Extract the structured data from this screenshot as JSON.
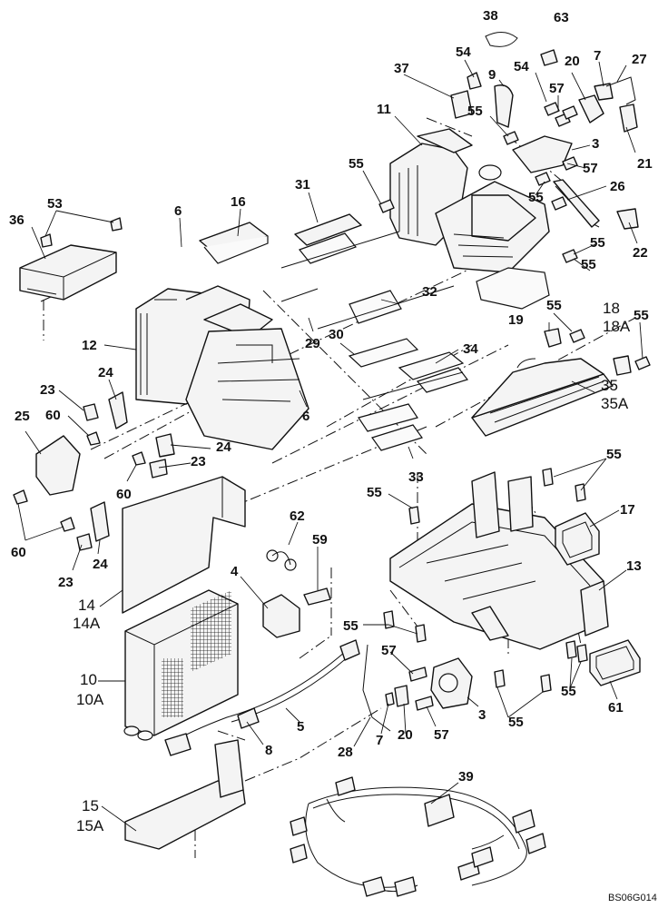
{
  "diagram": {
    "type": "exploded-parts-view",
    "document_id": "BS06G014",
    "callouts": {
      "c38": "38",
      "c63": "63",
      "c54a": "54",
      "c37": "37",
      "c9": "9",
      "c54b": "54",
      "c20a": "20",
      "c7a": "7",
      "c27": "27",
      "c57a": "57",
      "c11": "11",
      "c55a": "55",
      "c3a": "3",
      "c21": "21",
      "c57b": "57",
      "c55b": "55",
      "c26": "26",
      "c55c": "55",
      "c22": "22",
      "c55d": "55",
      "c31": "31",
      "c16": "16",
      "c6a": "6",
      "c53": "53",
      "c36": "36",
      "c55e": "55",
      "c32": "32",
      "c55f": "55",
      "c18": "18",
      "c18A": "18A",
      "c19": "19",
      "c55g": "55",
      "c12": "12",
      "c29": "29",
      "c30": "30",
      "c34": "34",
      "c24a": "24",
      "c23a": "23",
      "c25": "25",
      "c60a": "60",
      "c35": "35",
      "c35A": "35A",
      "c24b": "24",
      "c6b": "6",
      "c23b": "23",
      "c60b": "60",
      "c55h": "55",
      "c33": "33",
      "c55i": "55",
      "c17": "17",
      "c62": "62",
      "c59": "59",
      "c60c": "60",
      "c23c": "23",
      "c24c": "24",
      "c13": "13",
      "c4": "4",
      "c14": "14",
      "c14A": "14A",
      "c55j": "55",
      "c57c": "57",
      "c10": "10",
      "c10A": "10A",
      "c5": "5",
      "c8": "8",
      "c7b": "7",
      "c20b": "20",
      "c57d": "57",
      "c3b": "3",
      "c55k": "55",
      "c55l": "55",
      "c61": "61",
      "c28": "28",
      "c39": "39",
      "c15": "15",
      "c15A": "15A"
    }
  }
}
